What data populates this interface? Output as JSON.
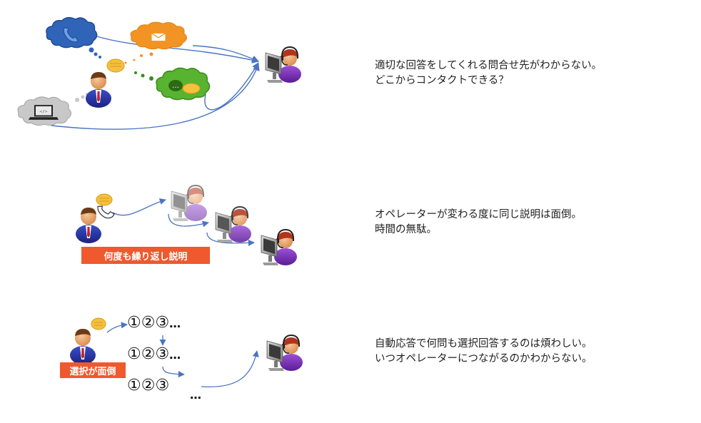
{
  "rows": [
    {
      "caption_lines": [
        "適切な回答をしてくれる問合せ先がわからない。",
        "どこからコンタクトできる？"
      ]
    },
    {
      "caption_lines": [
        "オペレーターが変わる度に同じ説明は面倒。",
        "時間の無駄。"
      ],
      "tag": "何度も繰り返し説明"
    },
    {
      "caption_lines": [
        "自動応答で何問も選択回答するのは煩わしい。",
        "いつオペレーターにつながるのかわからない。"
      ],
      "tag": "選択が面倒",
      "menu_steps": [
        "①②③",
        "①②③",
        "①②③"
      ],
      "ellipsis": "…"
    }
  ],
  "icons": [
    "phone-cloud-icon",
    "email-cloud-icon",
    "chat-cloud-icon",
    "laptop-cloud-icon",
    "customer-icon",
    "operator-icon",
    "phone-handset-icon",
    "speech-bubble-icon"
  ],
  "colors": {
    "tag": "#f0582e",
    "arrow": "#4a74c4",
    "phone_cloud": "#2f64b8",
    "email_cloud": "#f29424",
    "chat_cloud": "#58b430",
    "laptop_cloud": "#c8c8c8"
  }
}
